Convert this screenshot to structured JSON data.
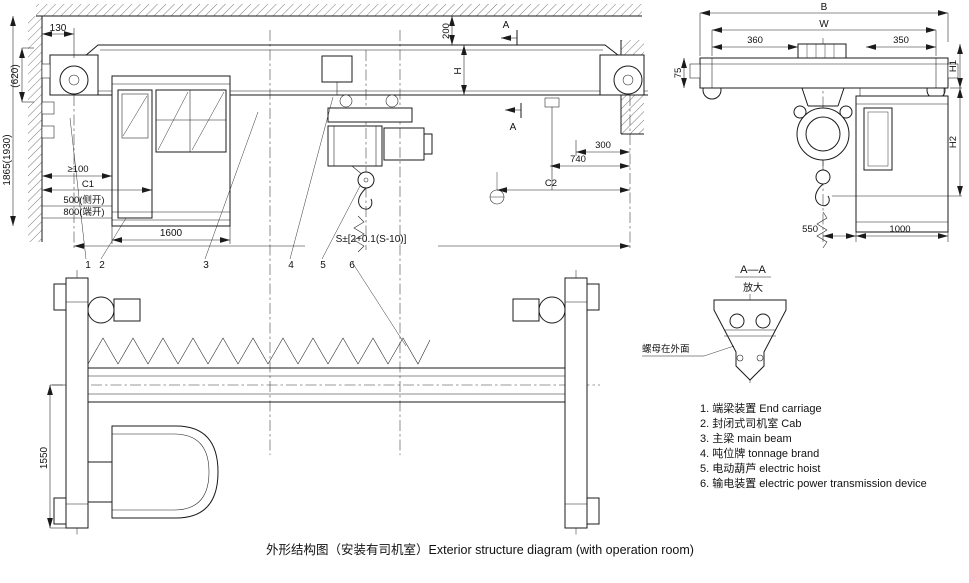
{
  "caption": "外形结构图（安装有司机室）Exterior structure diagram (with operation room)",
  "legend": {
    "items": [
      "1. 端梁装置 End carriage",
      "2. 封闭式司机室 Cab",
      "3. 主梁 main beam",
      "4. 吨位牌 tonnage brand",
      "5. 电动葫芦 electric hoist",
      "6. 输电装置 electric power transmission device"
    ]
  },
  "front": {
    "d130": "130",
    "d620": "(620)",
    "d1865": "1865(1930)",
    "ge100": "≥100",
    "c1": "C1",
    "d500": "500(侧开)",
    "d800": "800(端开)",
    "d1600": "1600",
    "d200": "200",
    "h": "H",
    "d300": "300",
    "d740": "740",
    "c2": "C2",
    "s": "S±[2+0.1(S-10)]",
    "a_top": "A",
    "a_bot": "A",
    "callouts": [
      "1",
      "2",
      "3",
      "4",
      "5",
      "6"
    ]
  },
  "side": {
    "b": "B",
    "w": "W",
    "d360": "360",
    "d350": "350",
    "d75": "75",
    "h1": "H1",
    "h2": "H2",
    "d550": "550",
    "d1000": "1000"
  },
  "plan": {
    "d1550": "1550"
  },
  "section": {
    "title": "A—A",
    "zoom": "放大",
    "note": "螺母在外面"
  }
}
